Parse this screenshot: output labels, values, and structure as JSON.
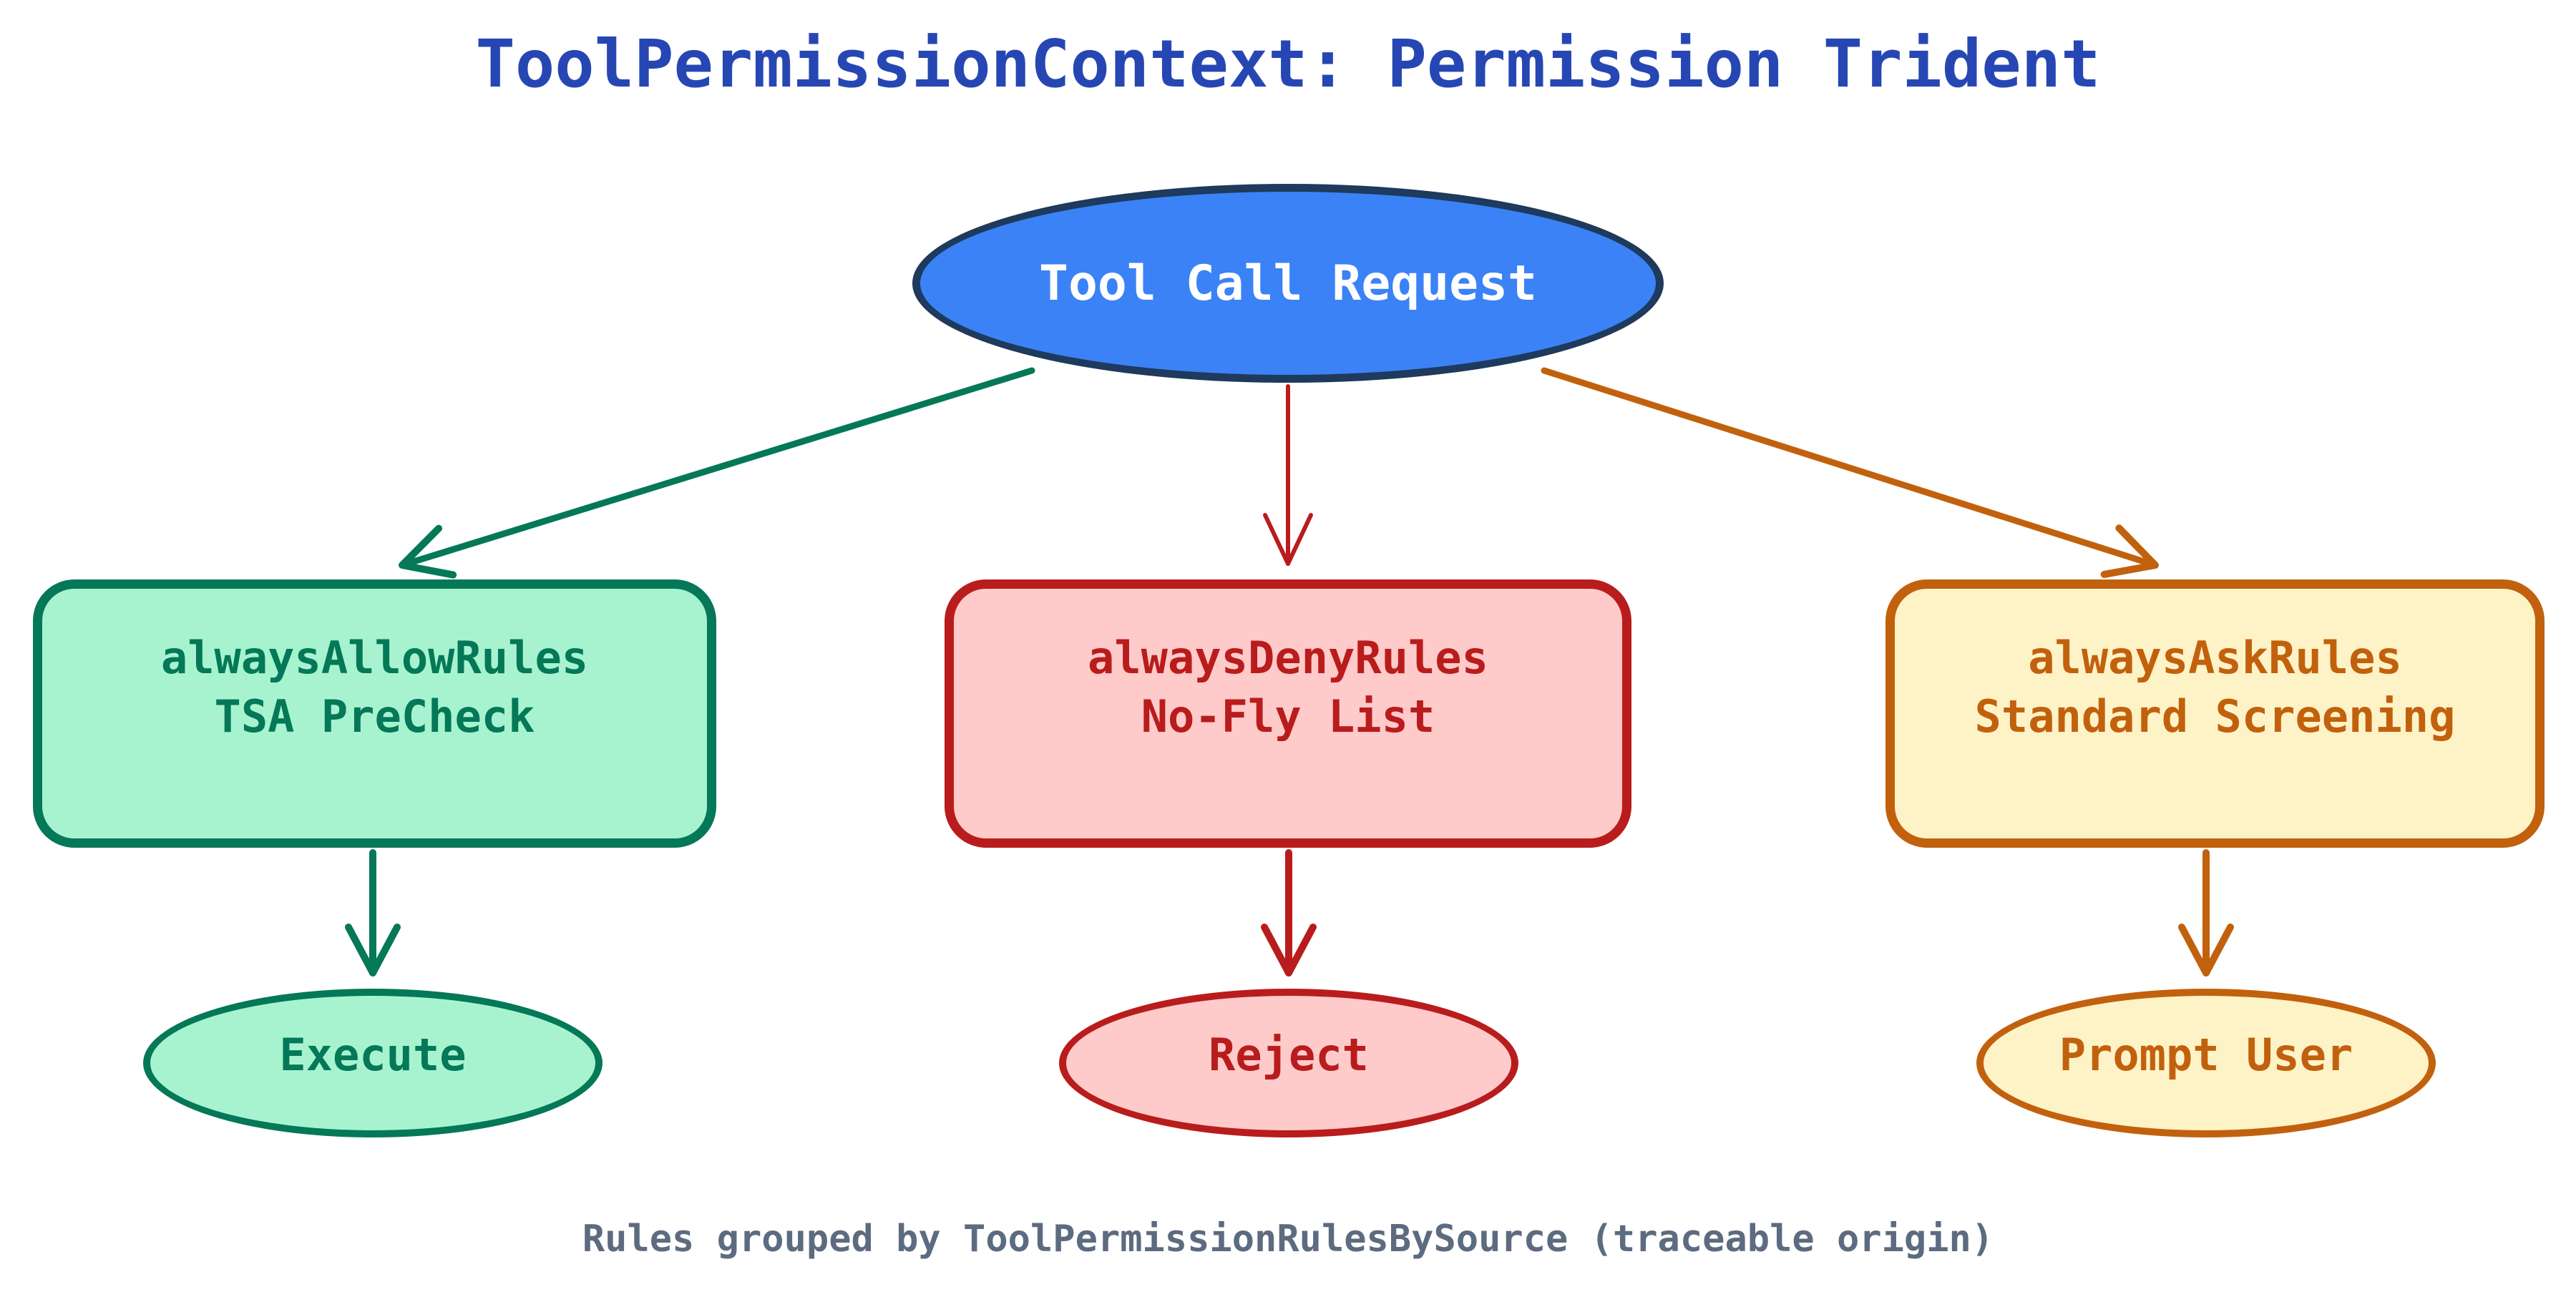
{
  "title": {
    "text": "ToolPermissionContext: Permission Trident",
    "color": "#2647b3"
  },
  "root": {
    "label": "Tool Call Request",
    "fill": "#3b82f6",
    "stroke": "#1e3a5c",
    "text_color": "#ffffff"
  },
  "branches": [
    {
      "rule": "alwaysAllowRules",
      "analogy": "TSA PreCheck",
      "outcome": "Execute",
      "accent": "#047857",
      "fill": "#a7f3d0"
    },
    {
      "rule": "alwaysDenyRules",
      "analogy": "No-Fly List",
      "outcome": "Reject",
      "accent": "#b91c1c",
      "fill": "#fecaca"
    },
    {
      "rule": "alwaysAskRules",
      "analogy": "Standard Screening",
      "outcome": "Prompt User",
      "accent": "#c2610d",
      "fill": "#fef3c7"
    }
  ],
  "caption": {
    "text": "Rules grouped by ToolPermissionRulesBySource (traceable origin)",
    "color": "#5d6b80"
  },
  "background": "#ffffff"
}
